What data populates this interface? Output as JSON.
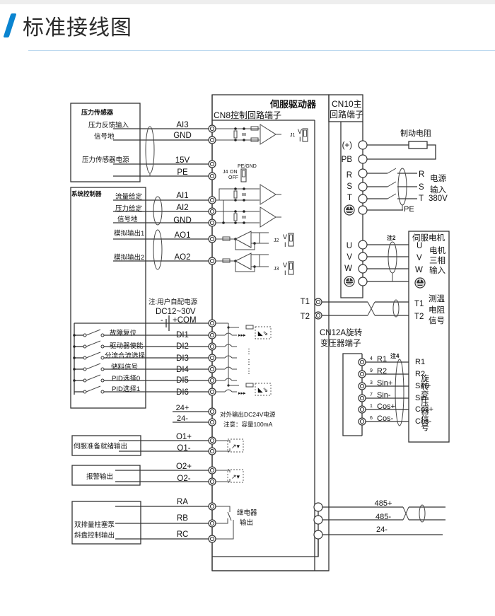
{
  "header": {
    "title": "标准接线图",
    "accent_color": "#0a84d0"
  },
  "drive": {
    "title": "伺服驱动器",
    "cn8_label": "CN8控制回路端子",
    "cn10_label_1": "CN10主",
    "cn10_label_2": "回路端子",
    "cn12a_label_1": "CN12A旋转",
    "cn12a_label_2": "变压器端子"
  },
  "pressure_sensor": {
    "title": "压力传感器",
    "signals": [
      {
        "label": "压力反馈输入",
        "terminal": "AI3"
      },
      {
        "label": "信号地",
        "terminal": "GND"
      },
      {
        "label": "压力传感器电源",
        "terminal": "15V"
      },
      {
        "label": "",
        "terminal": "PE"
      }
    ]
  },
  "system_controller": {
    "title": "系统控制器",
    "signals": [
      {
        "label": "流量给定",
        "terminal": "AI1"
      },
      {
        "label": "压力给定",
        "terminal": "AI2"
      },
      {
        "label": "信号地",
        "terminal": "GND"
      },
      {
        "label": "模拟输出1",
        "terminal": "AO1"
      },
      {
        "label": "模拟输出2",
        "terminal": "AO2"
      }
    ],
    "digital_inputs": [
      {
        "label": "故障复位",
        "terminal": "DI1"
      },
      {
        "label": "驱动器使能",
        "terminal": "DI2"
      },
      {
        "label": "分流合流选择",
        "terminal": "DI3"
      },
      {
        "label": "储料信号",
        "terminal": "DI4"
      },
      {
        "label": "PID选择0",
        "terminal": "DI5"
      },
      {
        "label": "PID选择1",
        "terminal": "DI6"
      }
    ]
  },
  "jumpers": {
    "j1": {
      "name": "J1",
      "top": "V",
      "bottom": "I"
    },
    "j2": {
      "name": "J2",
      "top": "V",
      "bottom": "I"
    },
    "j3": {
      "name": "J3",
      "top": "V",
      "bottom": "I"
    },
    "j4": {
      "name": "J4",
      "title": "PE/GND",
      "on": "ON",
      "off": "OFF"
    }
  },
  "power_note": {
    "line1": "注:用户自配电源",
    "line2": "DC12~30V",
    "minus": "-",
    "com": "+COM"
  },
  "dc24": {
    "plus": "24+",
    "minus": "24-",
    "note1": "对外输出DC24V电源",
    "note2": "注意：容量100mA"
  },
  "outputs": [
    {
      "label": "伺服准备就绪输出",
      "plus": "O1+",
      "minus": "O1-"
    },
    {
      "label": "报警输出",
      "plus": "O2+",
      "minus": "O2-"
    }
  ],
  "relay": {
    "label_1": "双排量柱塞泵",
    "label_2": "斜盘控制输出",
    "terminals": [
      "RA",
      "RB",
      "RC"
    ],
    "note_1": "继电器",
    "note_2": "输出"
  },
  "main_circuit": {
    "terminals": [
      "(+)",
      "PB",
      "R",
      "S",
      "T"
    ],
    "brake_resistor": "制动电阻",
    "supply": {
      "r": "R",
      "s": "S",
      "t": "T",
      "label_1": "电源",
      "label_2": "输入",
      "voltage": "380V",
      "pe": "PE"
    },
    "motor_terminals": [
      "U",
      "V",
      "W"
    ]
  },
  "motor": {
    "title": "伺服电机",
    "note": "注2",
    "terminals": [
      "U",
      "V",
      "W"
    ],
    "input_label": [
      "电机",
      "三相",
      "输入"
    ],
    "temp_terminals": [
      "T1",
      "T2"
    ],
    "temp_label": [
      "测温",
      "电阻",
      "信号"
    ]
  },
  "resolver": {
    "note": "注4",
    "pins": [
      {
        "pin": "4",
        "name": "R1"
      },
      {
        "pin": "9",
        "name": "R2"
      },
      {
        "pin": "3",
        "name": "Sin+"
      },
      {
        "pin": "7",
        "name": "Sin-"
      },
      {
        "pin": "1",
        "name": "Cos+"
      },
      {
        "pin": "6",
        "name": "Cos-"
      }
    ],
    "motor_side": [
      "R1",
      "R2",
      "Sin+",
      "Sin-",
      "Cos+",
      "Cos-"
    ],
    "label": "旋转变压器信号"
  },
  "comm": {
    "labels": [
      "485+",
      "485-",
      "24-"
    ]
  }
}
